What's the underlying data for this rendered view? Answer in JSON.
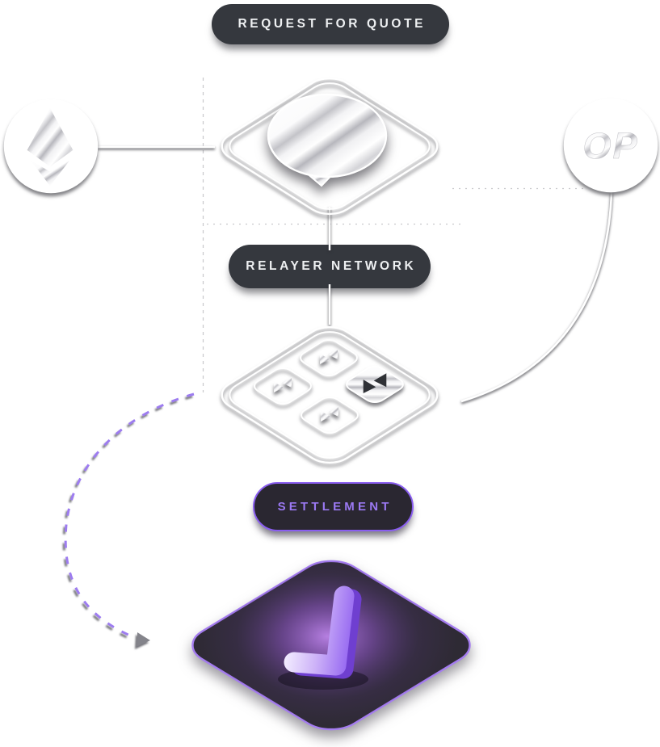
{
  "labels": {
    "rfq": "REQUEST FOR QUOTE",
    "relayer": "RELAYER NETWORK",
    "settlement": "SETTLEMENT"
  },
  "nodes": {
    "origin_chain": {
      "icon": "ethereum-icon"
    },
    "destination_chain": {
      "label": "OP"
    },
    "rfq_node": {
      "icon": "chat-bubble-icon"
    },
    "relayer_node": {
      "icon": "bowtie-relay-icon",
      "cell_count": 4,
      "filled_cells": 1
    },
    "settlement_node": {
      "icon": "checkmark-icon"
    }
  },
  "icons": {
    "origin_chain": "ethereum-icon",
    "rfq": "chat-bubble-icon",
    "relayer": "bowtie-relay-icon",
    "settlement": "checkmark-icon",
    "arc_end": "arrowhead-icon"
  },
  "colors": {
    "background": "#ffffff",
    "pill_background": "#35383e",
    "pill_text": "#eef0f2",
    "accent_purple": "#9b7cf0",
    "settlement_border": "#8a5ef0",
    "settlement_text": "#9b79f3",
    "settlement_diamond_fill": "#2e2a34",
    "glow_purple": "#b87fe8",
    "check_light": "#efe6ff",
    "check_mid": "#9c6bf2",
    "check_extrude": "#6f3fd0",
    "line_white": "#ffffff",
    "metal_streak": "#bfbfc4",
    "guide_gray": "#c7c7ca"
  }
}
